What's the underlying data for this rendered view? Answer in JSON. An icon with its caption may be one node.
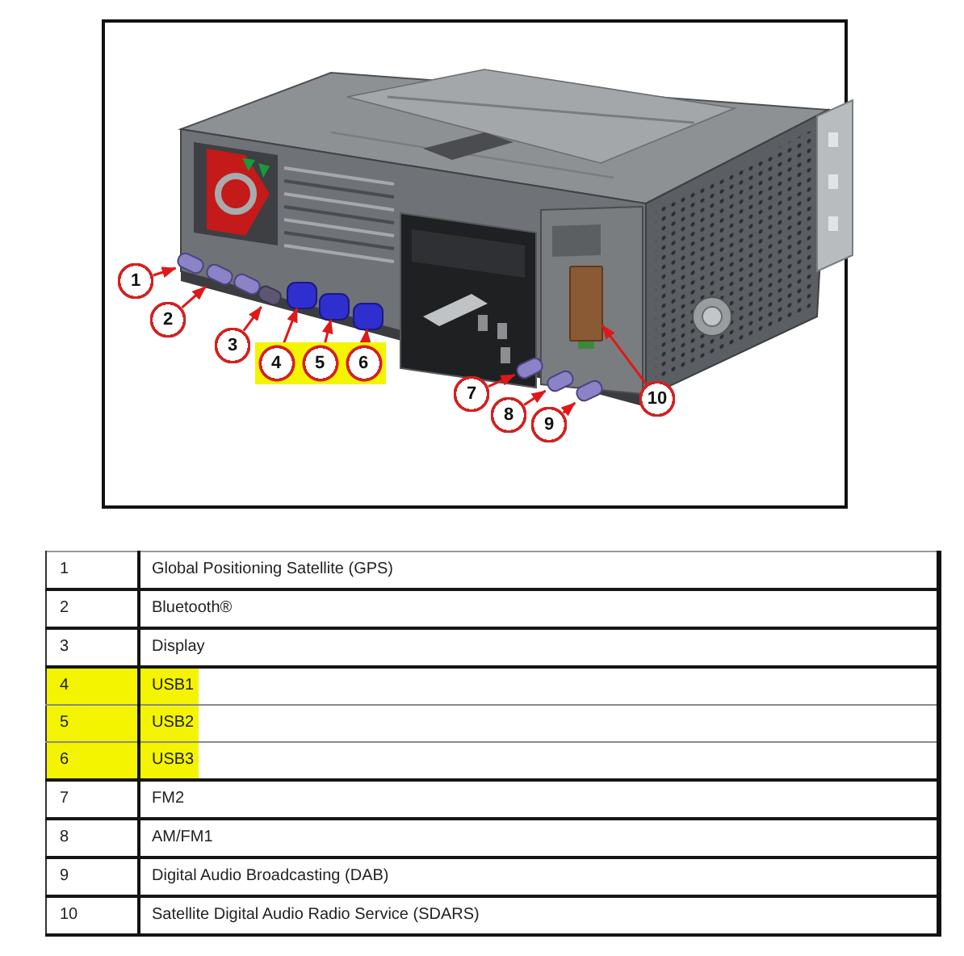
{
  "diagram": {
    "nodes": [
      {
        "text": [
          "1"
        ]
      },
      {
        "text": [
          "2"
        ]
      },
      {
        "text": [
          "3"
        ]
      },
      {
        "text": [
          "4"
        ]
      },
      {
        "text": [
          "5"
        ]
      },
      {
        "text": [
          "6"
        ]
      },
      {
        "text": [
          "7"
        ]
      },
      {
        "text": [
          "8"
        ]
      },
      {
        "text": [
          "9"
        ]
      },
      {
        "text": [
          "10"
        ]
      },
      {
        "text": [],
        "shape": "box"
      },
      {
        "text": [],
        "shape": "box"
      },
      {
        "text": [],
        "shape": "box"
      },
      {
        "text": [],
        "shape": "box"
      },
      {
        "text": [],
        "shape": "box"
      },
      {
        "text": [],
        "shape": "box"
      },
      {
        "text": [],
        "shape": "box"
      },
      {
        "text": [],
        "shape": "box"
      },
      {
        "text": [],
        "shape": "box"
      },
      {
        "text": [],
        "shape": "box"
      },
      {
        "text": [],
        "shape": "box"
      }
    ],
    "edges": [
      {
        "from": 0,
        "to": 10,
        "arrow": "to"
      },
      {
        "from": 1,
        "to": 11,
        "arrow": "to"
      },
      {
        "from": 2,
        "to": 12,
        "arrow": "to"
      },
      {
        "from": 3,
        "to": 13,
        "arrow": "to"
      },
      {
        "from": 4,
        "to": 14,
        "arrow": "to"
      },
      {
        "from": 5,
        "to": 15,
        "arrow": "to"
      },
      {
        "from": 6,
        "to": 16,
        "arrow": "to"
      },
      {
        "from": 7,
        "to": 17,
        "arrow": "to"
      },
      {
        "from": 8,
        "to": 18,
        "arrow": "to"
      },
      {
        "from": 9,
        "to": 19,
        "arrow": "to"
      }
    ],
    "labels": [
      "1",
      "Global Positioning Satellite (GPS)",
      "2",
      "Bluetooth®",
      "3",
      "Display",
      "4",
      "USB1",
      "5",
      "USB2",
      "6",
      "USB3",
      "7",
      "FM2",
      "8",
      "AM/FM1",
      "9",
      "Digital Audio Broadcasting (DAB)",
      "10",
      "Satellite Digital Audio Radio Service (SDARS)"
    ]
  }
}
